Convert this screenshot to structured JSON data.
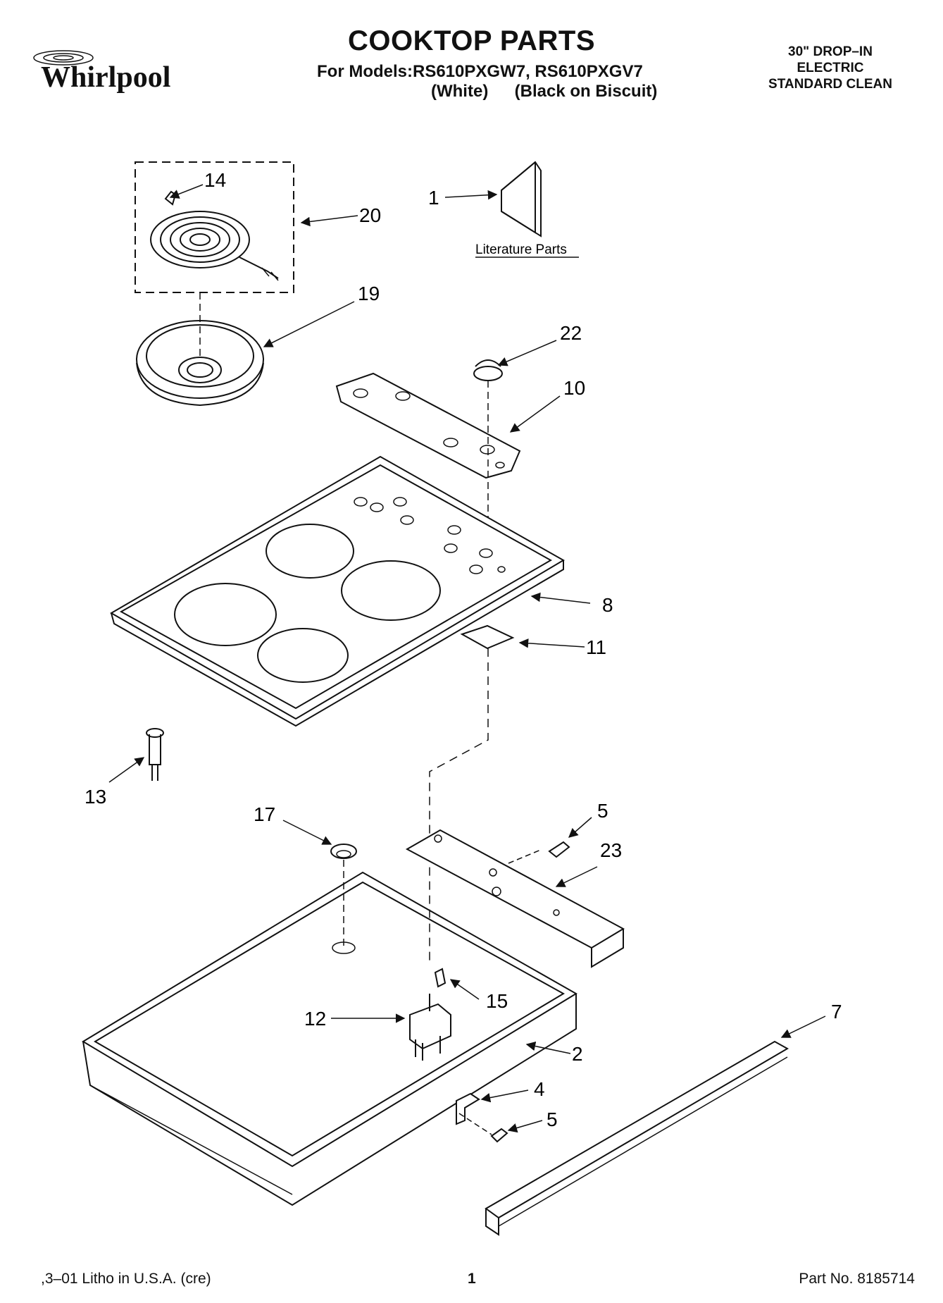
{
  "header": {
    "brand": "Whirlpool",
    "title": "COOKTOP PARTS",
    "models_line": "For Models:RS610PXGW7, RS610PXGV7",
    "variant_white": "(White)",
    "variant_black": "(Black on Biscuit)",
    "spec_line1": "30\" DROP–IN",
    "spec_line2": "ELECTRIC",
    "spec_line3": "STANDARD CLEAN"
  },
  "literature_label": "Literature Parts",
  "callouts": {
    "c1": "1",
    "c2": "2",
    "c4": "4",
    "c5a": "5",
    "c5b": "5",
    "c7": "7",
    "c8": "8",
    "c10": "10",
    "c11": "11",
    "c12": "12",
    "c13": "13",
    "c14": "14",
    "c15": "15",
    "c17": "17",
    "c19": "19",
    "c20": "20",
    "c22": "22",
    "c23": "23"
  },
  "footer": {
    "litho": ",3–01 Litho in U.S.A. (cre)",
    "page": "1",
    "part_no": "Part No. 8185714"
  }
}
